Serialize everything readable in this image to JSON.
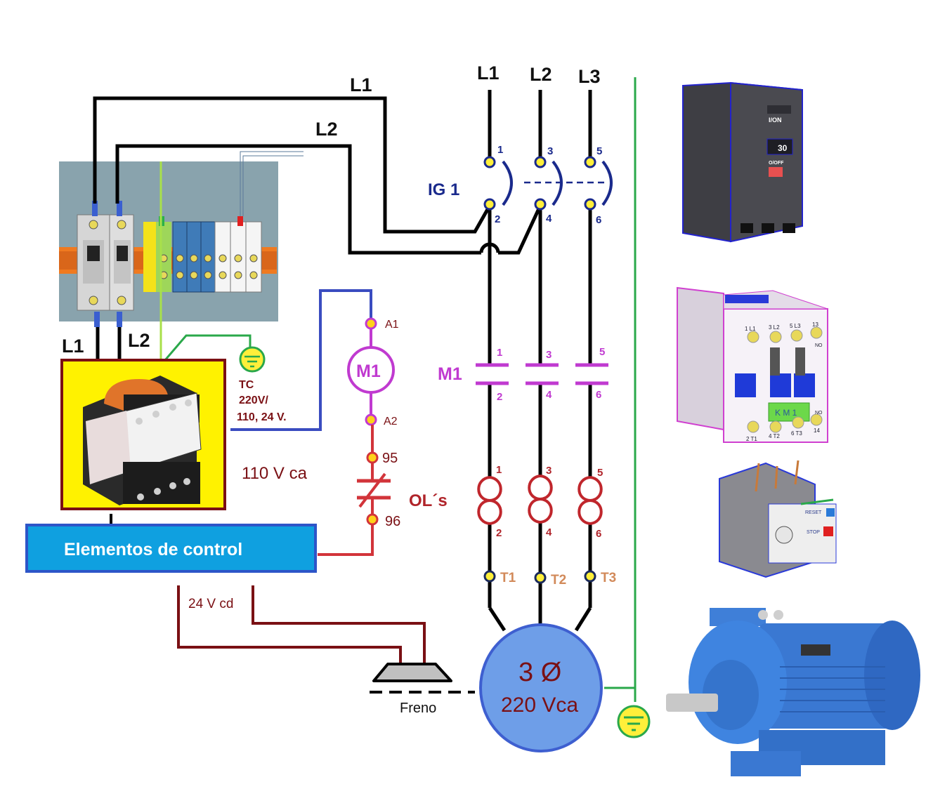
{
  "title": "Diagrama de arranque de motor trifásico con freno",
  "supply": {
    "lines": [
      "L1",
      "L2",
      "L3"
    ],
    "feed_labels": {
      "l1": "L1",
      "l2": "L2"
    },
    "panel_output_labels": {
      "l1": "L1",
      "l2": "L2"
    }
  },
  "breaker": {
    "name": "IG 1",
    "terminals_top": [
      "1",
      "3",
      "5"
    ],
    "terminals_bottom": [
      "2",
      "4",
      "6"
    ]
  },
  "contactor": {
    "name": "M1",
    "terminals_top": [
      "1",
      "3",
      "5"
    ],
    "terminals_bottom": [
      "2",
      "4",
      "6"
    ]
  },
  "overload": {
    "name": "OL´s",
    "terminals_top": [
      "1",
      "3",
      "5"
    ],
    "terminals_bottom": [
      "2",
      "4",
      "6"
    ]
  },
  "motor_terminals": [
    "T1",
    "T2",
    "T3"
  ],
  "motor": {
    "phase": "3 Ø",
    "voltage": "220 Vca"
  },
  "coil": {
    "name": "M1",
    "terminal_a1": "A1",
    "terminal_a2": "A2"
  },
  "ol_contact": {
    "terminal_top": "95",
    "terminal_bottom": "96"
  },
  "transformer": {
    "label_line1": "TC",
    "label_line2": "220V/",
    "label_line3": "110, 24 V.",
    "output_ac": "110 V ca",
    "output_dc": "24 V cd"
  },
  "control_block": {
    "label": "Elementos de control"
  },
  "brake": {
    "label": "Freno"
  },
  "photos": {
    "breaker": {
      "label_on": "I/ON",
      "rating": "30",
      "label_off": "O/OFF"
    },
    "contactor": {
      "top": [
        "1 L1",
        "3 L2",
        "5 L3",
        "13"
      ],
      "bottom": [
        "2 T1",
        "4 T2",
        "6 T3",
        "14"
      ],
      "tag": "K M 1",
      "no": "NO"
    },
    "relay": {
      "reset": "RESET",
      "stop": "STOP"
    }
  },
  "colors": {
    "power_wire": "#000000",
    "breaker": "#1a2a8c",
    "contactor": "#c03ad0",
    "overload": "#c0262c",
    "ground": "#2aa84a",
    "control_box": "#0fa0e0",
    "motor": "#6e9ee8",
    "dc_wire": "#7a1014"
  }
}
